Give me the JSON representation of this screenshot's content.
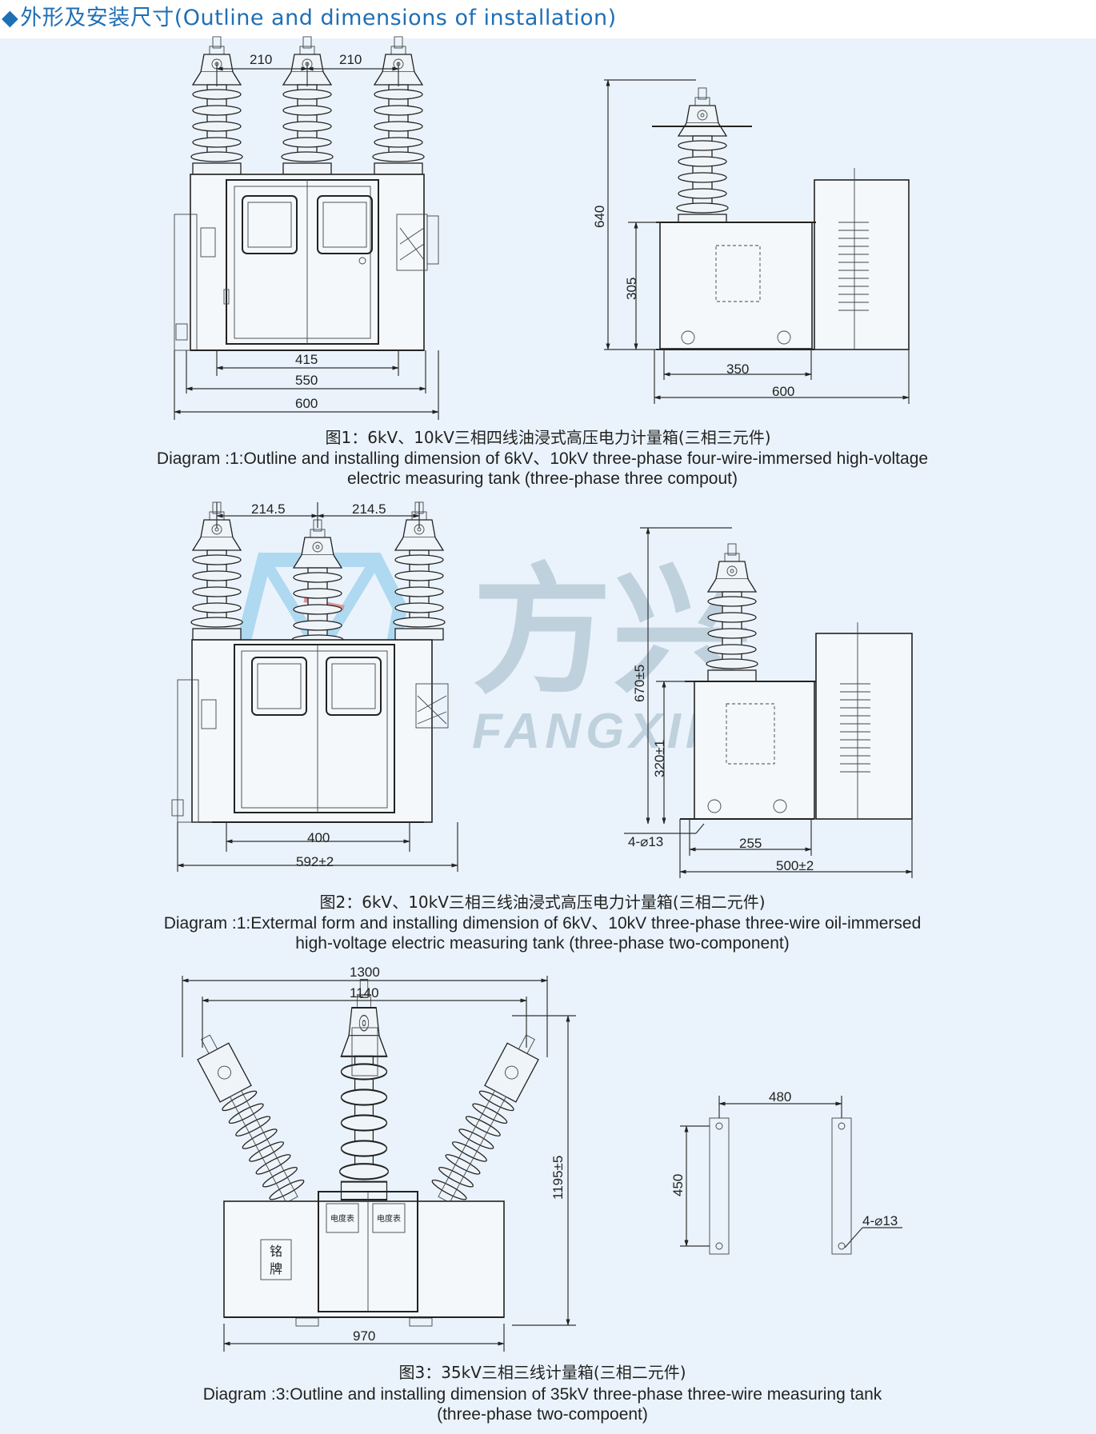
{
  "header": {
    "title": "外形及安装尺寸(Outline and dimensions of installation)",
    "bullet_icon": "diamond-bullet-icon",
    "accent_color": "#1f6fb5"
  },
  "watermark": {
    "cn_text": "方兴",
    "en_text": "FANGXING",
    "logo_icon": "fangxing-logo-icon",
    "color": "#9fb6c8"
  },
  "figure1": {
    "front_dims": {
      "top_left": "210",
      "top_right": "210",
      "d415": "415",
      "d550": "550",
      "d600": "600"
    },
    "side_dims": {
      "height": "640",
      "base_height": "305",
      "d350": "350",
      "d600": "600"
    },
    "caption_cn": "图1：6kV、10kV三相四线油浸式高压电力计量箱(三相三元件)",
    "caption_en_1": "Diagram :1:Outline and installing dimension of 6kV、10kV three-phase four-wire-immersed high-voltage",
    "caption_en_2": "electric measuring tank (three-phase three compout)"
  },
  "figure2": {
    "front_dims": {
      "top_left": "214.5",
      "top_right": "214.5",
      "d400": "400",
      "d592": "592±2"
    },
    "side_dims": {
      "height": "670±5",
      "base_height": "320±1",
      "holes": "4-⌀13",
      "d255": "255",
      "d500": "500±2"
    },
    "caption_cn": "图2：6kV、10kV三相三线油浸式高压电力计量箱(三相二元件)",
    "caption_en_1": "Diagram :1:Extermal form and installing dimension of 6kV、10kV three-phase three-wire oil-immersed",
    "caption_en_2": "high-voltage electric measuring tank (three-phase two-component)"
  },
  "figure3": {
    "front_dims": {
      "d1300": "1300",
      "d1140": "1140",
      "height": "1195±5",
      "d970": "970"
    },
    "meter_label": "电度表",
    "nameplate_label_1": "铭",
    "nameplate_label_2": "牌",
    "base_dims": {
      "d480": "480",
      "d450": "450",
      "holes": "4-⌀13"
    },
    "caption_cn": "图3：35kV三相三线计量箱(三相二元件)",
    "caption_en_1": "Diagram :3:Outline and installing dimension of 35kV three-phase three-wire measuring tank",
    "caption_en_2": "(three-phase two-compoent)"
  }
}
